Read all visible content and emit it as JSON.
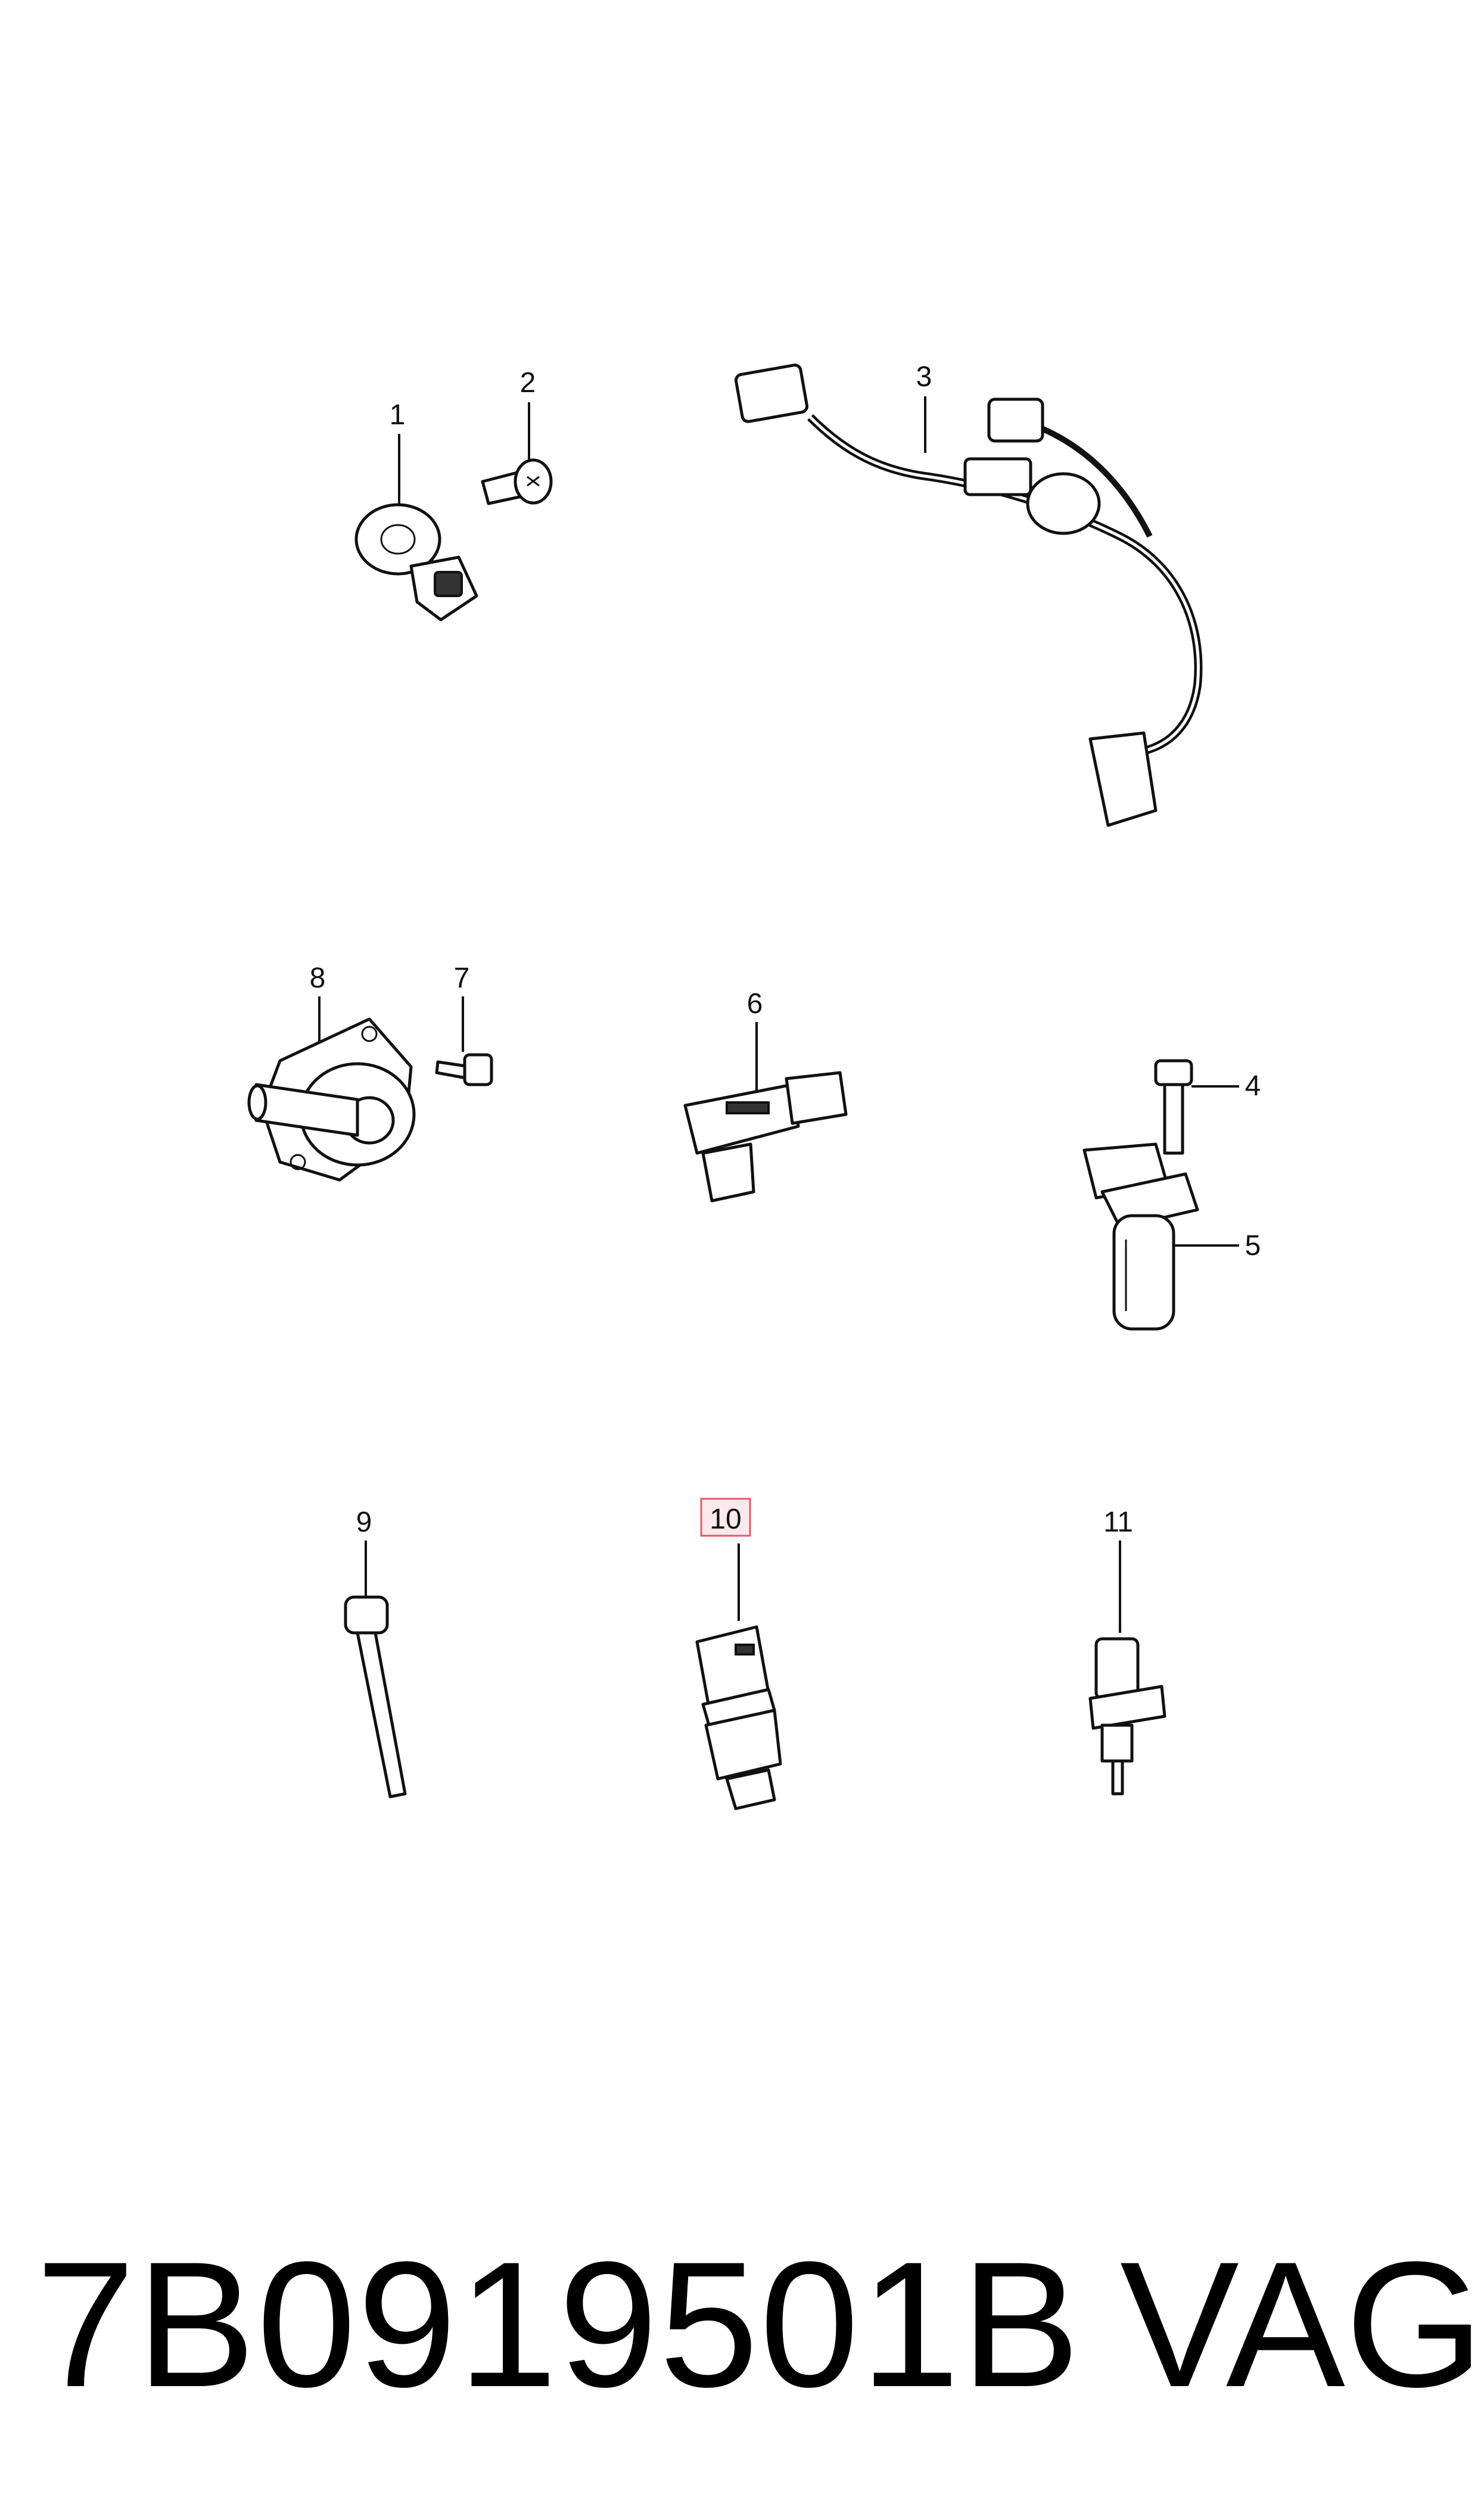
{
  "callouts": {
    "c1": "1",
    "c2": "2",
    "c3": "3",
    "c4": "4",
    "c5": "5",
    "c6": "6",
    "c7": "7",
    "c8": "8",
    "c9": "9",
    "c10": "10",
    "c11": "11"
  },
  "highlighted_callout": "10",
  "highlight_color": "#e05a6a",
  "footer": {
    "part_number": "7B0919501B",
    "brand": "VAG"
  }
}
